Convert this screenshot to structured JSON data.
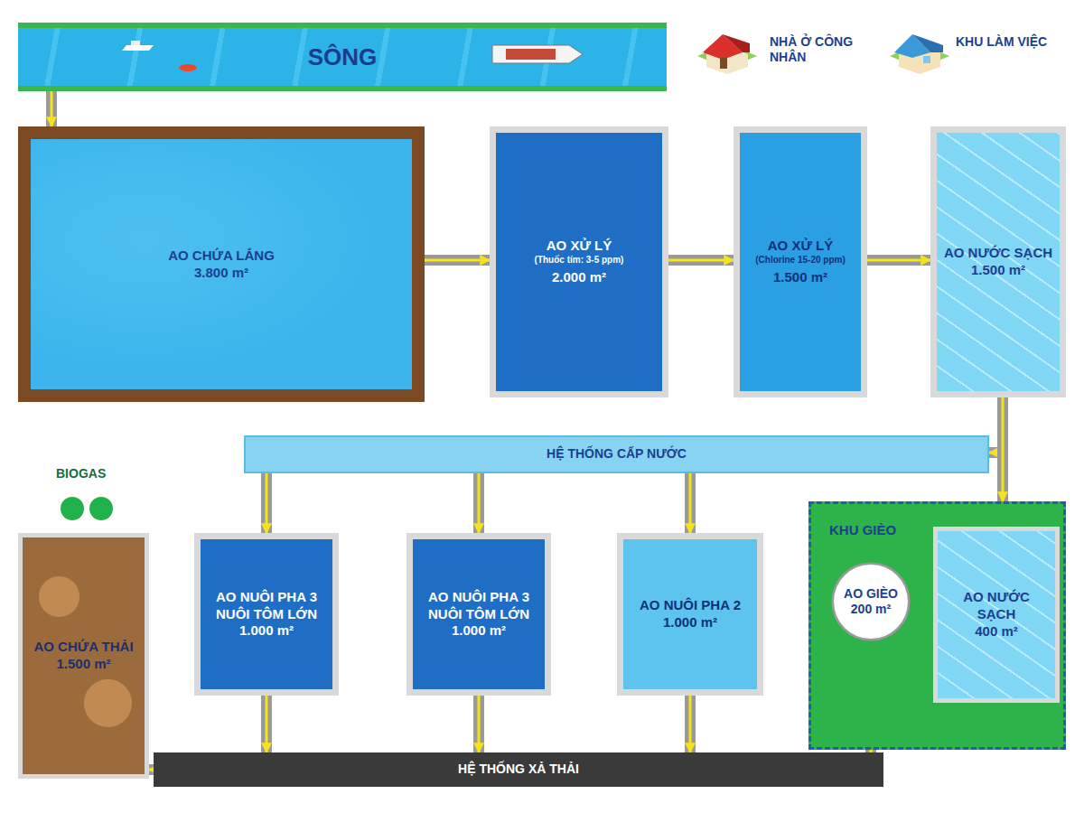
{
  "diagram": {
    "nodes": [
      {
        "text": [
          "SÔNG"
        ]
      },
      {
        "text": [
          "AO CHỨA LẮNG",
          "3.800 m²"
        ]
      },
      {
        "text": [
          "AO XỬ LÝ",
          "(Thuốc tím: 3-5 ppm)",
          "2.000 m²"
        ]
      },
      {
        "text": [
          "AO XỬ LÝ",
          "(Chlorine 15-20 ppm)",
          "1.500 m²"
        ]
      },
      {
        "text": [
          "AO NƯỚC SẠCH",
          "1.500 m²"
        ]
      },
      {
        "text": [
          "HỆ THỐNG CẤP NƯỚC"
        ]
      },
      {
        "text": [
          "AO CHỨA THẢI",
          "1.500 m²"
        ]
      },
      {
        "text": [
          "AO NUÔI PHA 3 NUÔI TÔM LỚN",
          "1.000 m²"
        ]
      },
      {
        "text": [
          "AO NUÔI PHA 3 NUÔI TÔM LỚN",
          "1.000 m²"
        ]
      },
      {
        "text": [
          "AO NUÔI PHA 2",
          "1.000 m²"
        ]
      },
      {
        "text": [
          "KHU GIÈO"
        ]
      },
      {
        "text": [
          "AO GIÈO",
          "200 m²"
        ],
        "in": 10
      },
      {
        "text": [
          "AO NƯỚC SẠCH",
          "400 m²"
        ],
        "in": 10
      },
      {
        "text": [
          "HỆ THỐNG XẢ THẢI"
        ]
      }
    ],
    "edges": [
      {
        "from": 0,
        "to": 1,
        "arrow": "to"
      },
      {
        "from": 1,
        "to": 2,
        "arrow": "to"
      },
      {
        "from": 2,
        "to": 3,
        "arrow": "to"
      },
      {
        "from": 3,
        "to": 4,
        "arrow": "to"
      },
      {
        "from": 4,
        "to": 5,
        "arrow": "to"
      },
      {
        "from": 4,
        "to": 10,
        "arrow": "to"
      },
      {
        "from": 5,
        "to": 7,
        "arrow": "to"
      },
      {
        "from": 5,
        "to": 8,
        "arrow": "to"
      },
      {
        "from": 5,
        "to": 9,
        "arrow": "to"
      },
      {
        "from": 7,
        "to": 13,
        "arrow": "to"
      },
      {
        "from": 8,
        "to": 13,
        "arrow": "to"
      },
      {
        "from": 9,
        "to": 13,
        "arrow": "to"
      },
      {
        "from": 11,
        "to": 13,
        "arrow": "to"
      },
      {
        "from": 13,
        "to": 6,
        "arrow": "to"
      }
    ],
    "labels": [
      "NHÀ Ở CÔNG NHÂN",
      "KHU LÀM VIỆC",
      "BIOGAS"
    ]
  }
}
